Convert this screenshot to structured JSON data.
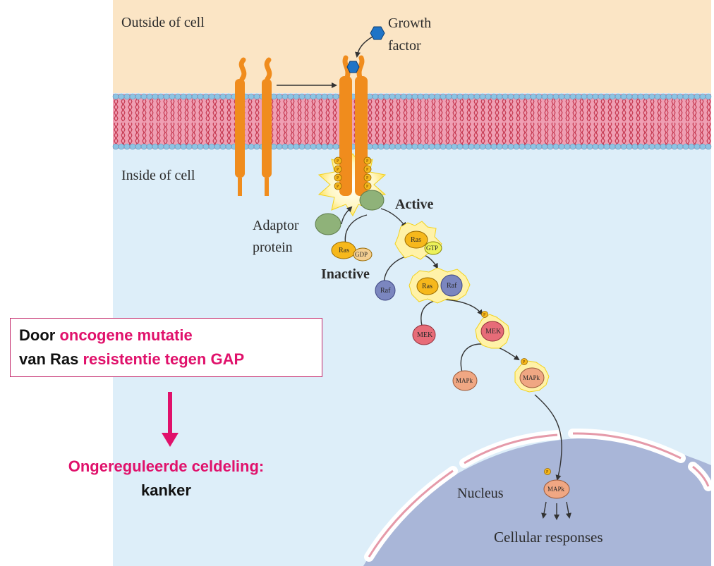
{
  "diagram": {
    "outside_label": "Outside of cell",
    "inside_label": "Inside of cell",
    "growth_factor_label": [
      "Growth",
      "factor"
    ],
    "adaptor_label": [
      "Adaptor",
      "protein"
    ],
    "inactive_label": "Inactive",
    "active_label": "Active",
    "nucleus_label": "Nucleus",
    "responses_label": "Cellular responses",
    "phosphate": "P",
    "molecules": {
      "ras": "Ras",
      "gdp": "GDP",
      "gtp": "GTP",
      "raf": "Raf",
      "mek": "MEK",
      "mapk": "MAPk"
    }
  },
  "annotation": {
    "line1_black": "Door ",
    "line1_pink": "oncogene mutatie",
    "line2_black": "van Ras ",
    "line2_pink": "resistentie tegen GAP",
    "conclusion_pink": "Ongereguleerde celdeling:",
    "conclusion_black": "kanker"
  },
  "colors": {
    "outside": "#fbe5c5",
    "inside": "#ddeef9",
    "membrane_pink": "#ef9fb3",
    "membrane_heads": "#8fc3e2",
    "receptor": "#f08c1d",
    "nucleus": "#a9b6d8",
    "accent": "#e0116b"
  }
}
